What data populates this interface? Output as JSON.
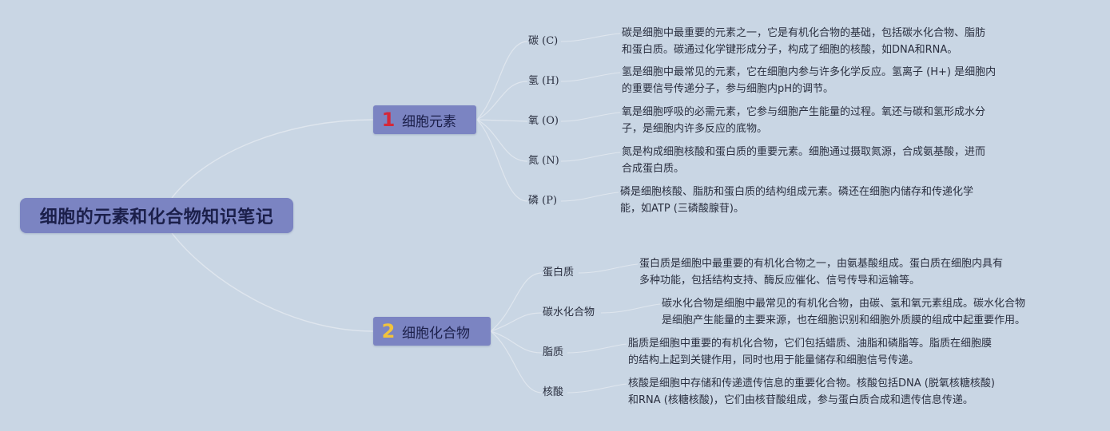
{
  "root": {
    "title": "细胞的元素和化合物知识笔记"
  },
  "branches": [
    {
      "number": "1",
      "title": "细胞元素",
      "children": [
        {
          "label": "碳 (C)",
          "lines": [
            "碳是细胞中最重要的元素之一，它是有机化合物的基础，包括碳水化合物、脂肪",
            "和蛋白质。碳通过化学键形成分子，构成了细胞的核酸，如DNA和RNA。"
          ]
        },
        {
          "label": "氢 (H)",
          "lines": [
            "氢是细胞中最常见的元素，它在细胞内参与许多化学反应。氢离子 (H+) 是细胞内",
            "的重要信号传递分子，参与细胞内pH的调节。"
          ]
        },
        {
          "label": "氧 (O)",
          "lines": [
            "氧是细胞呼吸的必需元素，它参与细胞产生能量的过程。氧还与碳和氢形成水分",
            "子，是细胞内许多反应的底物。"
          ]
        },
        {
          "label": "氮 (N)",
          "lines": [
            "氮是构成细胞核酸和蛋白质的重要元素。细胞通过摄取氮源，合成氨基酸，进而",
            "合成蛋白质。"
          ]
        },
        {
          "label": "磷 (P)",
          "lines": [
            "磷是细胞核酸、脂肪和蛋白质的结构组成元素。磷还在细胞内储存和传递化学",
            "能，如ATP (三磷酸腺苷)。"
          ]
        }
      ]
    },
    {
      "number": "2",
      "title": "细胞化合物",
      "children": [
        {
          "label": "蛋白质",
          "lines": [
            "蛋白质是细胞中最重要的有机化合物之一，由氨基酸组成。蛋白质在细胞内具有",
            "多种功能，包括结构支持、酶反应催化、信号传导和运输等。"
          ]
        },
        {
          "label": "碳水化合物",
          "lines": [
            "碳水化合物是细胞中最常见的有机化合物，由碳、氢和氧元素组成。碳水化合物",
            "是细胞产生能量的主要来源，也在细胞识别和细胞外质膜的组成中起重要作用。"
          ]
        },
        {
          "label": "脂质",
          "lines": [
            "脂质是细胞中重要的有机化合物，它们包括蜡质、油脂和磷脂等。脂质在细胞膜",
            "的结构上起到关键作用，同时也用于能量储存和细胞信号传递。"
          ]
        },
        {
          "label": "核酸",
          "lines": [
            "核酸是细胞中存储和传递遗传信息的重要化合物。核酸包括DNA (脱氧核糖核酸)",
            "和RNA (核糖核酸)，它们由核苷酸组成，参与蛋白质合成和遗传信息传递。"
          ]
        }
      ]
    }
  ],
  "colors": {
    "background": "#c9d6e4",
    "node_fill": "#7b84c2",
    "number_1": "#d5283a",
    "number_2": "#f1c33c",
    "connector": "#dfe6ee"
  }
}
